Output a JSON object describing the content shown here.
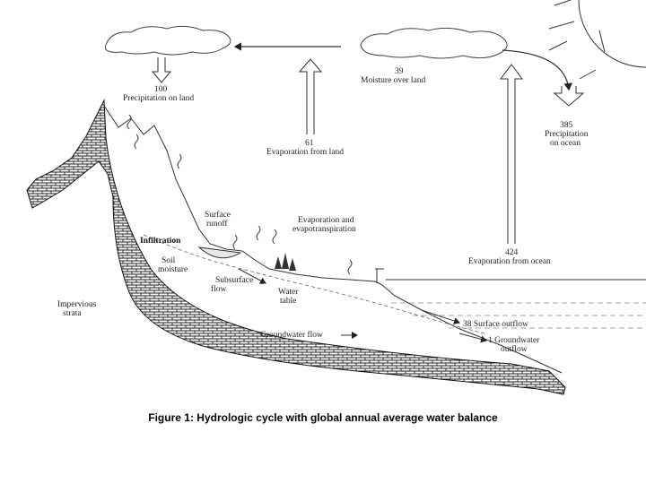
{
  "labels": {
    "precip_land_value": "100",
    "precip_land_text": "Precipitation on land",
    "moisture_land_value": "39",
    "moisture_land_text": "Moisture over land",
    "precip_ocean_value": "385",
    "precip_ocean_text_1": "Precipitation",
    "precip_ocean_text_2": "on ocean",
    "evap_land_value": "61",
    "evap_land_text": "Evaporation from land",
    "surface_runoff_1": "Surface",
    "surface_runoff_2": "runoff",
    "infiltration": "Infiltration",
    "soil_moisture_1": "Soil",
    "soil_moisture_2": "moisture",
    "evapotrans_1": "Evaporation and",
    "evapotrans_2": "evapotranspiration",
    "evap_ocean_value": "424",
    "evap_ocean_text": "Evaporation from ocean",
    "subsurface_1": "Subsurface",
    "subsurface_2": "flow",
    "water_table_1": "Water",
    "water_table_2": "table",
    "impervious_1": "Impervious",
    "impervious_2": "strata",
    "surface_outflow": "38 Surface outflow",
    "groundwater_outflow_1": "1 Groundwater",
    "groundwater_outflow_2": "outflow",
    "groundwater_flow": "Groundwater flow"
  },
  "caption": "Figure 1: Hydrologic cycle with global annual average water balance"
}
